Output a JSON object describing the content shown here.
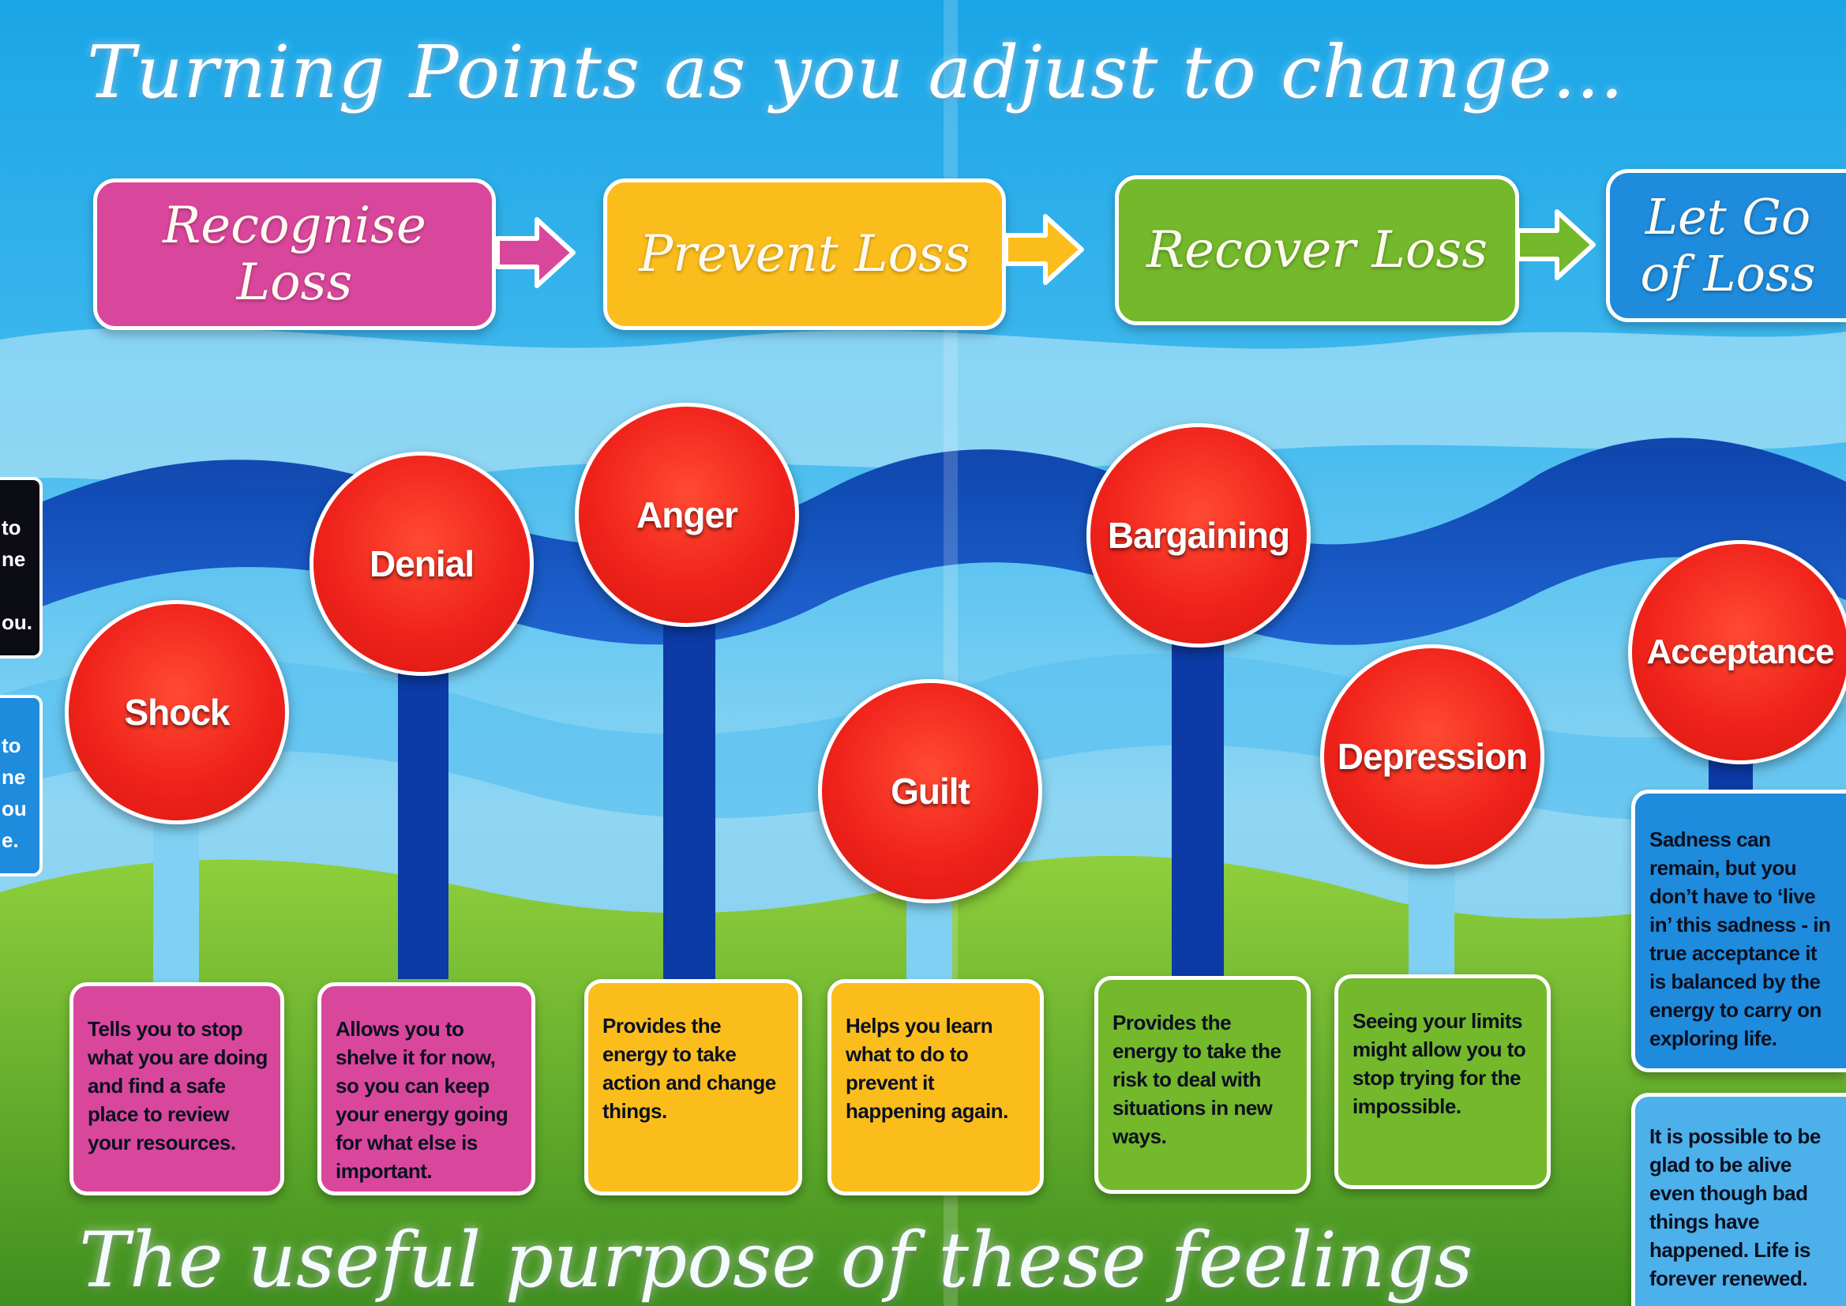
{
  "title": "Turning Points as you adjust to change...",
  "footer": "The useful purpose of these feelings",
  "stages": [
    {
      "label": "Recognise Loss",
      "color": "#d9479c"
    },
    {
      "label": "Prevent Loss",
      "color": "#fbbd1c"
    },
    {
      "label": "Recover Loss",
      "color": "#74b82b"
    },
    {
      "label": "Let Go of Loss",
      "color": "#1f8bdc"
    }
  ],
  "feelings": [
    {
      "label": "Shock",
      "note": "Tells you to stop what you are doing and find a safe place to review your resources."
    },
    {
      "label": "Denial",
      "note": "Allows you to shelve it for now, so you can keep your energy going for what else is important."
    },
    {
      "label": "Anger",
      "note": "Provides the energy to take action and change things."
    },
    {
      "label": "Guilt",
      "note": "Helps you learn what to do to prevent it happening again."
    },
    {
      "label": "Bargaining",
      "note": "Provides the energy to take the risk to deal with situations in new ways."
    },
    {
      "label": "Depression",
      "note": "Seeing your limits might allow you to stop trying for the impossible."
    },
    {
      "label": "Acceptance",
      "note": "Sadness can remain, but you don’t have to ‘live in’ this sadness - in true acceptance it is balanced by the energy to carry on exploring life."
    }
  ],
  "extra_note": "It is possible to be glad to be alive even though bad things have happened. Life is forever renewed.",
  "edge_fragments": [
    {
      "lines": "to\nne\n\nou."
    },
    {
      "lines": "to\nne\nou\ne."
    }
  ]
}
